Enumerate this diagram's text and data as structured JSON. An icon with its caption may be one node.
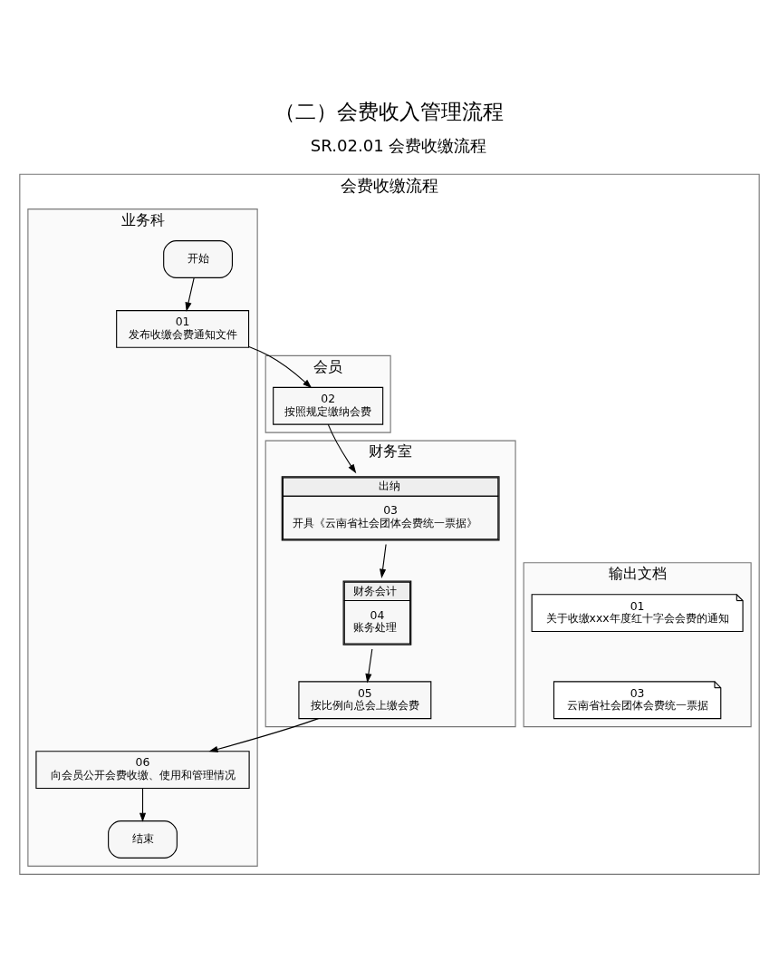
{
  "diagram": {
    "title": "（二）会费收入管理流程",
    "nodes": [
      {
        "text": [
          "会费收缴流程"
        ]
      },
      {
        "text": [
          "业务科"
        ],
        "in": 0
      },
      {
        "text": [
          "会员"
        ],
        "in": 0
      },
      {
        "text": [
          "财务室"
        ],
        "in": 0
      },
      {
        "text": [
          "输出文档"
        ],
        "in": 0
      },
      {
        "text": [
          "开始"
        ],
        "in": 1
      },
      {
        "text": [
          "01",
          "发布收缴会费通知文件"
        ],
        "in": 1
      },
      {
        "text": [
          "02",
          "按照规定缴纳会费"
        ],
        "in": 2
      },
      {
        "text": [
          "出纳",
          "03",
          "开具《云南省社会团体会费统一票据》"
        ],
        "in": 3
      },
      {
        "text": [
          "财务会计",
          "04",
          "账务处理"
        ],
        "in": 3
      },
      {
        "text": [
          "05",
          "按比例向总会上缴会费"
        ],
        "in": 3
      },
      {
        "text": [
          "06",
          "向会员公开会费收缴、使用和管理情况"
        ],
        "in": 1
      },
      {
        "text": [
          "结束"
        ],
        "in": 1
      },
      {
        "text": [
          "01",
          "关于收缴xxx年度红十字会会费的通知"
        ],
        "in": 4
      },
      {
        "text": [
          "03",
          "云南省社会团体会费统一票据"
        ],
        "in": 4
      }
    ],
    "edges": [
      {
        "from": 5,
        "to": 6,
        "arrow": "to"
      },
      {
        "from": 6,
        "to": 7,
        "arrow": "to"
      },
      {
        "from": 7,
        "to": 8,
        "arrow": "to"
      },
      {
        "from": 8,
        "to": 9,
        "arrow": "to"
      },
      {
        "from": 9,
        "to": 10,
        "arrow": "to"
      },
      {
        "from": 10,
        "to": 11,
        "arrow": "to"
      },
      {
        "from": 11,
        "to": 12,
        "arrow": "to"
      }
    ],
    "labels": [
      "SR.02.01 会费收缴流程"
    ]
  }
}
